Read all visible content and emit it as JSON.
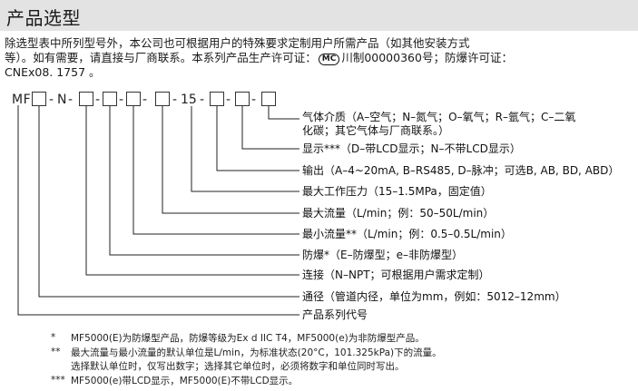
{
  "header": {
    "title": "产品选型"
  },
  "intro": {
    "line1": "除选型表中所列型号外，本公司也可根据用户的特殊要求定制用户所需产品（如其他安装方式",
    "line2_pre": "等）。如有需要，请直接与厂商联系。本系列产品生产许可证：",
    "cmc_label": "MC",
    "line2_post": "川制00000360号；防爆许可证：",
    "line3": "CNEx08. 1757 。"
  },
  "model_code": {
    "prefix": "MF",
    "separator": "-",
    "fixed_n": "N",
    "fixed_15": "15"
  },
  "descriptions": [
    {
      "line1": "气体介质（A–空气；N–氮气；O–氧气；R–氩气；C–二氧",
      "line2": "化碳；其它气体与厂商联系。）"
    },
    {
      "line1": "显示***（D–带LCD显示；N–不带LCD显示）"
    },
    {
      "line1": "输出（A–4~20mA, B–RS485, D–脉冲；可选B, AB, BD, ABD）"
    },
    {
      "line1": "最大工作压力（15–1.5MPa，固定值）"
    },
    {
      "line1": "最大流量（L/min；例：50–50L/min）"
    },
    {
      "line1": "最小流量**（L/min；例：0.5–0.5L/min）"
    },
    {
      "line1": "防爆*（E–防爆型；e–非防爆型）"
    },
    {
      "line1": "连接（N–NPT；可根据用户需求定制）"
    },
    {
      "line1": "通径（管道内径，单位为mm，例如：5012–12mm）"
    },
    {
      "line1": "产品系列代号"
    }
  ],
  "notes": [
    {
      "mark": "*",
      "lines": [
        "MF5000(E)为防爆型产品，防爆等级为Ex d IIC T4，MF5000(e)为非防爆型产品。"
      ]
    },
    {
      "mark": "**",
      "lines": [
        "最大流量与最小流量的默认单位是L/min，为标准状态(20°C，101.325kPa)下的流量。",
        "选择默认单位时，仅写出数字；选择其它单位时，必须将数字和单位同时写出。"
      ]
    },
    {
      "mark": "***",
      "lines": [
        "MF5000(e)带LCD显示，MF5000(E)不带LCD显示。"
      ]
    }
  ]
}
